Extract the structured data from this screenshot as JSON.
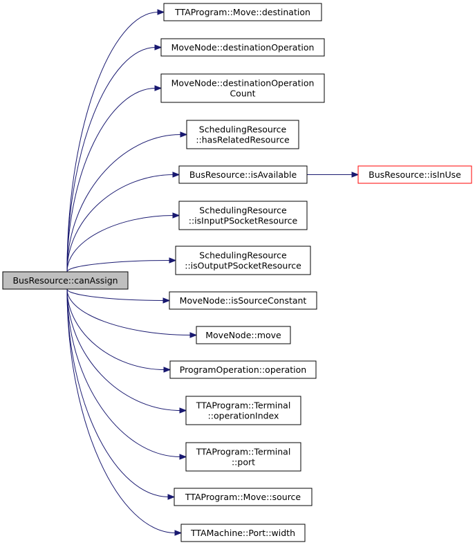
{
  "graph": {
    "root": {
      "lines": [
        "BusResource::canAssign"
      ]
    },
    "callees": [
      {
        "id": "n1",
        "lines": [
          "TTAProgram::Move::destination"
        ]
      },
      {
        "id": "n2",
        "lines": [
          "MoveNode::destinationOperation"
        ]
      },
      {
        "id": "n3",
        "lines": [
          "MoveNode::destinationOperation",
          "Count"
        ]
      },
      {
        "id": "n4",
        "lines": [
          "SchedulingResource",
          "::hasRelatedResource"
        ]
      },
      {
        "id": "n5",
        "lines": [
          "BusResource::isAvailable"
        ]
      },
      {
        "id": "n6",
        "lines": [
          "SchedulingResource",
          "::isInputPSocketResource"
        ]
      },
      {
        "id": "n7",
        "lines": [
          "SchedulingResource",
          "::isOutputPSocketResource"
        ]
      },
      {
        "id": "n8",
        "lines": [
          "MoveNode::isSourceConstant"
        ]
      },
      {
        "id": "n9",
        "lines": [
          "MoveNode::move"
        ]
      },
      {
        "id": "n10",
        "lines": [
          "ProgramOperation::operation"
        ]
      },
      {
        "id": "n11",
        "lines": [
          "TTAProgram::Terminal",
          "::operationIndex"
        ]
      },
      {
        "id": "n12",
        "lines": [
          "TTAProgram::Terminal",
          "::port"
        ]
      },
      {
        "id": "n13",
        "lines": [
          "TTAProgram::Move::source"
        ]
      },
      {
        "id": "n14",
        "lines": [
          "TTAMachine::Port::width"
        ]
      }
    ],
    "secondary": [
      {
        "id": "n15",
        "from": "n5",
        "lines": [
          "BusResource::isInUse"
        ],
        "border_color": "#ff0000"
      }
    ],
    "edge_color": "#191970",
    "root_fill": "#bfbfbf"
  }
}
